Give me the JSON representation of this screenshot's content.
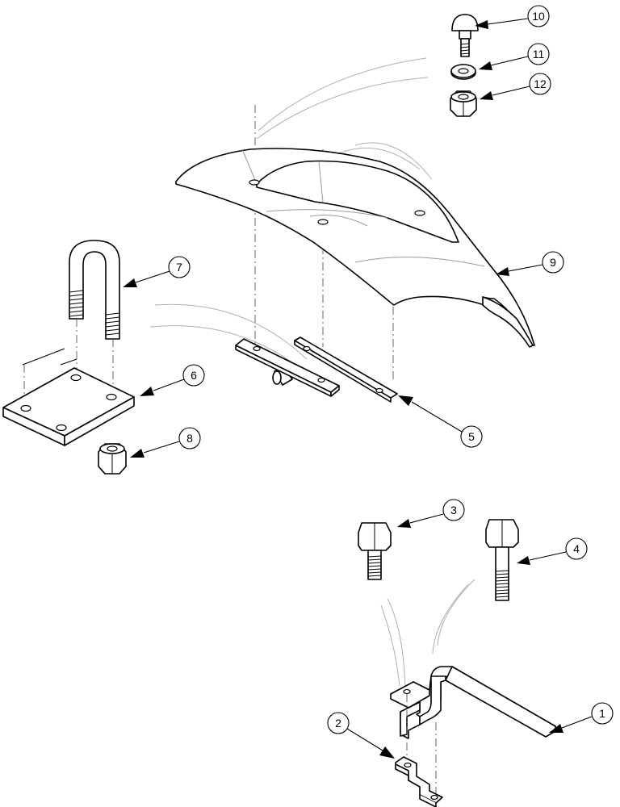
{
  "callouts": [
    {
      "id": "1",
      "label": "1"
    },
    {
      "id": "2",
      "label": "2"
    },
    {
      "id": "3",
      "label": "3"
    },
    {
      "id": "4",
      "label": "4"
    },
    {
      "id": "5",
      "label": "5"
    },
    {
      "id": "6",
      "label": "6"
    },
    {
      "id": "7",
      "label": "7"
    },
    {
      "id": "8",
      "label": "8"
    },
    {
      "id": "9",
      "label": "9"
    },
    {
      "id": "10",
      "label": "10"
    },
    {
      "id": "11",
      "label": "11"
    },
    {
      "id": "12",
      "label": "12"
    }
  ],
  "colors": {
    "line": "#000000",
    "ghost": "#b0b0b0",
    "background": "#ffffff"
  }
}
